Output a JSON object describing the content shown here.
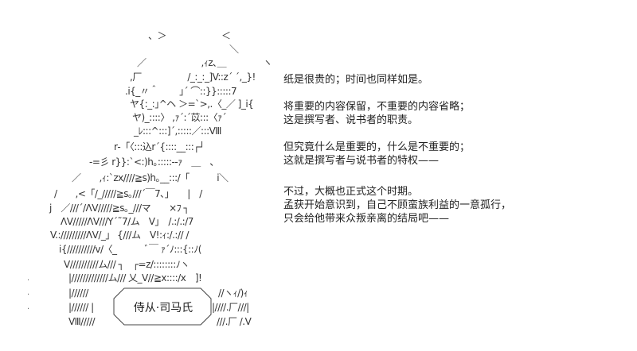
{
  "aa_lines": [
    "、＞　　　　　　＜",
    "＼",
    "／　　　　　　,ｨz､＿　　　　ヽ",
    ",厂　　　　　/_:_:_]V::z´ ´,_}!",
    ".i{_〃＾　　 ｣´ ⌒::}}:::::7",
    "ヤ{:_:｣^ヘ ＞=`>,.〈_／ ]_i{",
    "ヤ)_::::〉 ,ｧ´:´苡:::〈ｧ´",
    "_ﾚ:::^:::]´,:::::／:::Ⅷ",
    "r‐「〈:::込r´{::::__:::┌┘",
    "-=彡 r}}:`<:)h｡:::::--ｧ　＿　、",
    "／　　,ｨ:`zx////≧s)h｡__:::/「　　　i＼",
    "/　　,<「/_/////≧s｡///´￣7､」　　|　/",
    "j　／///´/ΛV/////≧s｡_///マ　　×ﾌ ┐",
    "ΛV/////ΛV///Y´˜7/ム　V」　/.:/.:/7",
    "V.://///////ΛV/_」 {///ム　V!:ｨ:/.:// /",
    "i{//////////v/〈_　　　ﾞ￣ ｧ´ﾉ:::{::ﾉ(",
    "V//////////ム/// ┐　┌=z/::::::::ﾉヽ",
    "|/////////////ム/// 乂_V//≧x::::/x　]!",
    "|//////",
    "//ヽｨ/)ｨ",
    "|////// |",
    "|////.厂///|",
    "Ⅷ/////",
    "///.厂 /.V"
  ],
  "nameplate": "侍从·司马氏",
  "narration": [
    "纸是很贵的；时间也同样如是。",
    "将重要的内容保留，不重要的内容省略；",
    "这是撰写者、说书者的职责。",
    "但究竟什么是重要的，什么是不重要的；",
    "这就是撰写者与说书者的特权——",
    "不过，大概也正式这个时期。",
    "孟获开始意识到，自己不顾蛮族利益的一意孤行，",
    "只会给他带来众叛亲离的结局吧——"
  ],
  "dots": [
    ".",
    ".",
    "."
  ]
}
